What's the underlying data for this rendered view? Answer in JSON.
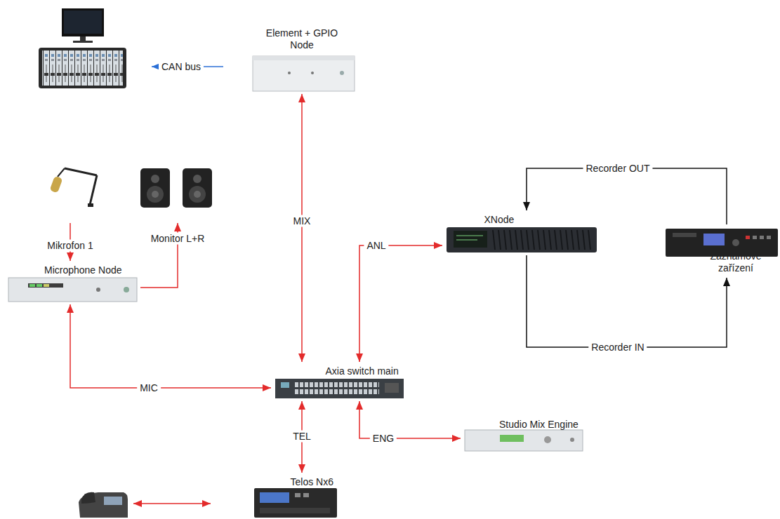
{
  "diagram": {
    "nodes": [
      {
        "text": [
          "Element + GPIO Node"
        ]
      },
      {
        "text": [
          "XNode"
        ]
      },
      {
        "text": [
          "Záznamové zařízení"
        ]
      },
      {
        "text": [
          "Microphone Node"
        ]
      },
      {
        "text": [
          "Axia switch main"
        ]
      },
      {
        "text": [
          "Studio Mix Engine"
        ]
      },
      {
        "text": [
          "Telos Nx6"
        ]
      }
    ],
    "edges": [
      {
        "from": 0,
        "to": 4,
        "label": "MIX",
        "arrow": "both"
      },
      {
        "from": 3,
        "to": 4,
        "label": "MIC",
        "arrow": "both"
      },
      {
        "from": 4,
        "to": 1,
        "label": "ANL",
        "arrow": "both"
      },
      {
        "from": 4,
        "to": 6,
        "label": "TEL",
        "arrow": "both"
      },
      {
        "from": 4,
        "to": 5,
        "label": "ENG",
        "arrow": "both"
      },
      {
        "from": 2,
        "to": 1,
        "label": "Recorder OUT",
        "arrow": "to"
      },
      {
        "from": 1,
        "to": 2,
        "label": "Recorder IN",
        "arrow": "to"
      }
    ],
    "labels": [
      "CAN bus",
      "Mikrofon 1",
      "Monitor L+R"
    ]
  }
}
